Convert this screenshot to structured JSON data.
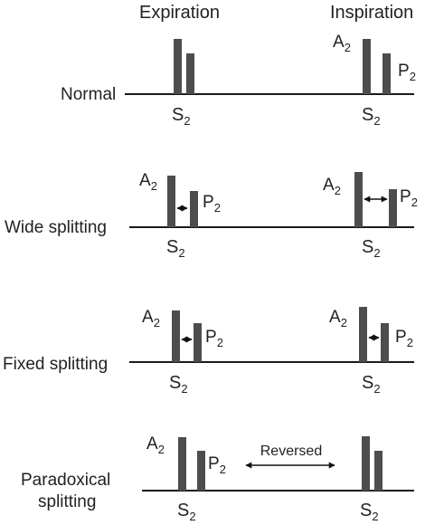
{
  "columns": {
    "expiration": "Expiration",
    "inspiration": "Inspiration"
  },
  "symbols": {
    "s": "S",
    "a": "A",
    "p": "P",
    "subscript": "2"
  },
  "rows": [
    {
      "label": [
        "Normal"
      ]
    },
    {
      "label": [
        "Wide splitting"
      ]
    },
    {
      "label": [
        "Fixed splitting"
      ]
    },
    {
      "label": [
        "Paradoxical",
        "splitting"
      ],
      "arrow_label": "Reversed"
    }
  ],
  "colors": {
    "bar": "#4d4d4d",
    "line": "#1a1a1a",
    "text": "#222222"
  }
}
